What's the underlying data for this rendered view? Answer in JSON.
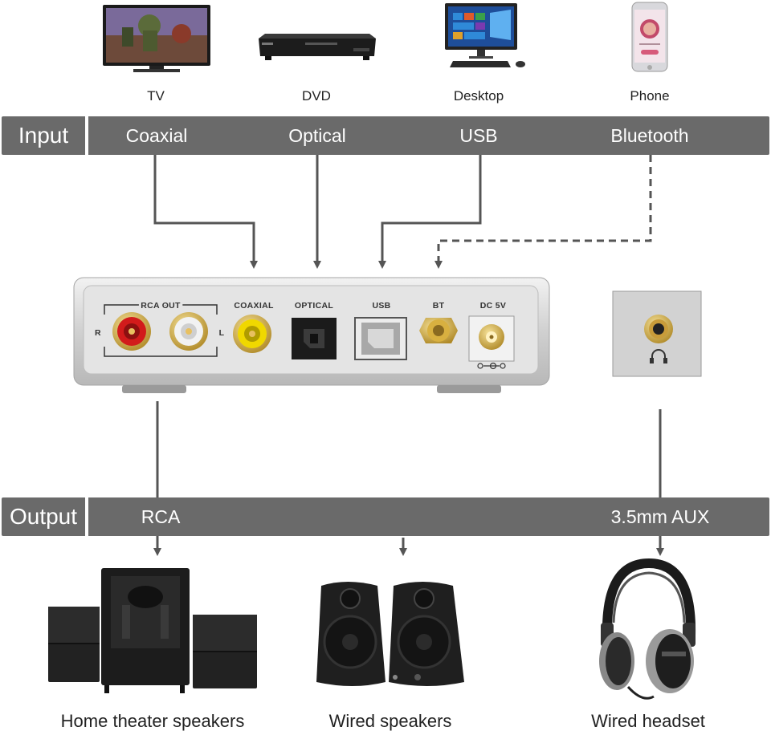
{
  "sources": [
    {
      "label": "TV",
      "icon": "tv-icon"
    },
    {
      "label": "DVD",
      "icon": "dvd-player-icon"
    },
    {
      "label": "Desktop",
      "icon": "desktop-computer-icon"
    },
    {
      "label": "Phone",
      "icon": "smartphone-icon"
    }
  ],
  "input_bar": {
    "title": "Input",
    "items": [
      "Coaxial",
      "Optical",
      "USB",
      "Bluetooth"
    ]
  },
  "device": {
    "ports": {
      "rca_out": "RCA OUT",
      "right": "R",
      "left": "L",
      "coaxial": "COAXIAL",
      "optical": "OPTICAL",
      "usb": "USB",
      "bt": "BT",
      "dc": "DC 5V"
    },
    "headphone_icon": "headphone-jack-icon"
  },
  "output_bar": {
    "title": "Output",
    "items": [
      "RCA",
      "3.5mm AUX"
    ]
  },
  "destinations": [
    {
      "label": "Home theater speakers",
      "icon": "home-theater-speakers-icon"
    },
    {
      "label": "Wired speakers",
      "icon": "wired-speakers-icon"
    },
    {
      "label": "Wired headset",
      "icon": "headphones-icon"
    }
  ],
  "colors": {
    "bar": "#6a6a6a",
    "connector": "#555555",
    "rca_red": "#d21b1b",
    "rca_white": "#f2f2f2",
    "rca_yellow": "#f0d800",
    "gold": "#d8b040"
  }
}
